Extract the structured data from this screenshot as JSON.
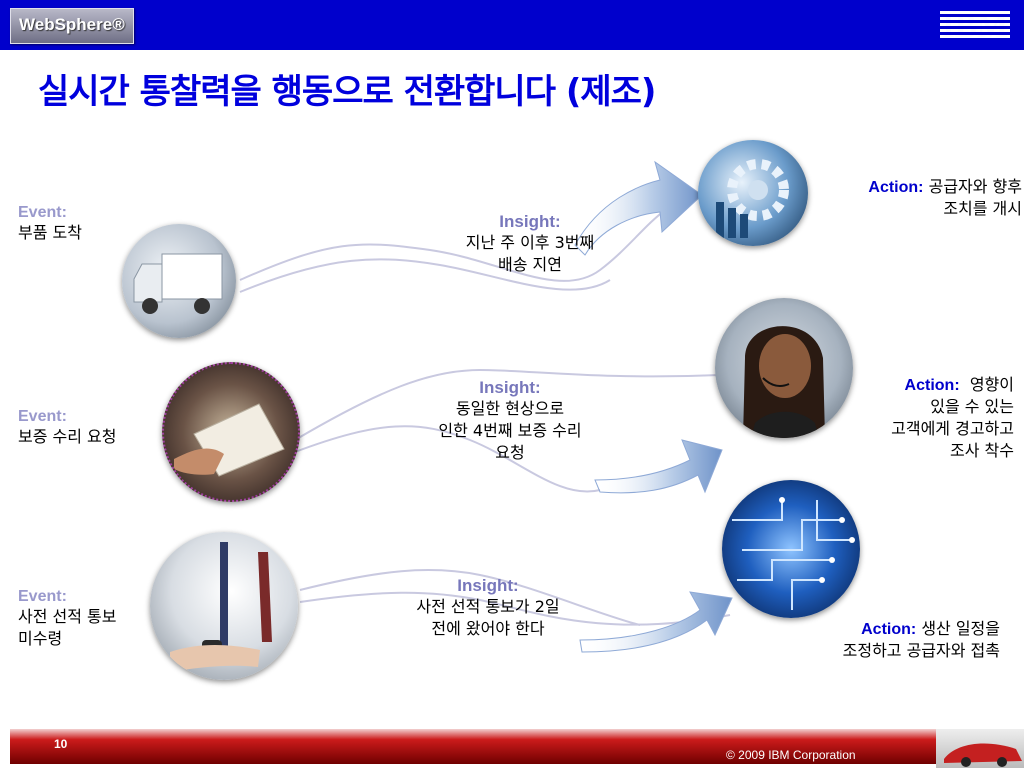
{
  "header": {
    "product": "WebSphere®",
    "brand": "IBM"
  },
  "title": "실시간 통찰력을 행동으로 전환합니다 (제조)",
  "events": [
    {
      "key": "Event:",
      "text": "부품 도착"
    },
    {
      "key": "Event:",
      "text": "보증 수리 요청"
    },
    {
      "key": "Event:",
      "lines": [
        "사전 선적 통보",
        "미수령"
      ]
    }
  ],
  "insights": [
    {
      "key": "Insight:",
      "lines": [
        "지난 주 이후 3번째",
        "배송 지연"
      ]
    },
    {
      "key": "Insight:",
      "lines": [
        "동일한 현상으로",
        "인한 4번째 보증 수리",
        "요청"
      ]
    },
    {
      "key": "Insight:",
      "lines": [
        "사전 선적 통보가 2일",
        "전에 왔어야 한다"
      ]
    }
  ],
  "actions": [
    {
      "key": "Action:",
      "lines": [
        "공급자와 향후",
        "조치를 개시"
      ]
    },
    {
      "key": "Action:",
      "lines": [
        "영향이",
        "있을 수 있는",
        "고객에게 경고하고",
        "조사 착수"
      ]
    },
    {
      "key": "Action:",
      "lines": [
        "생산 일정을",
        "조정하고 공급자와 접촉"
      ]
    }
  ],
  "footer": {
    "page": "10",
    "copyright": "© 2009 IBM Corporation"
  }
}
